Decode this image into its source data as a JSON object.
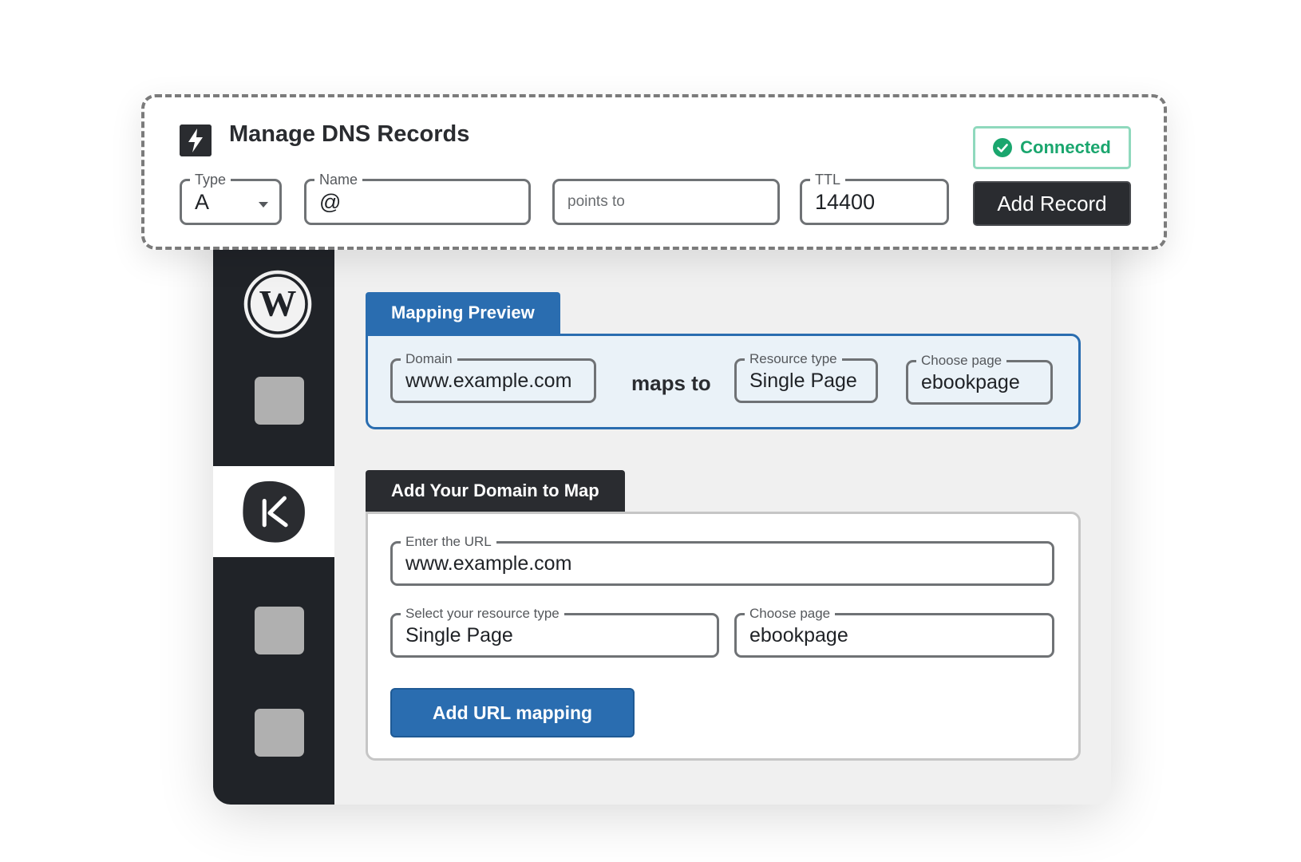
{
  "dns": {
    "title": "Manage DNS Records",
    "title_icon": "lightning-icon",
    "status": "Connected",
    "type": {
      "label": "Type",
      "value": "A"
    },
    "name": {
      "label": "Name",
      "value": "@"
    },
    "points_to": {
      "placeholder": "points to"
    },
    "ttl": {
      "label": "TTL",
      "value": "14400"
    },
    "add_button": "Add Record"
  },
  "sidebar": {
    "items": [
      "wordpress-logo",
      "placeholder",
      "k-logo",
      "placeholder",
      "placeholder"
    ],
    "active": "k-logo"
  },
  "preview": {
    "tab_label": "Mapping Preview",
    "domain": {
      "label": "Domain",
      "value": "www.example.com"
    },
    "maps_to": "maps to",
    "resource_type": {
      "label": "Resource type",
      "value": "Single Page"
    },
    "page": {
      "label": "Choose page",
      "value": "ebookpage"
    }
  },
  "add_domain": {
    "tab_label": "Add Your Domain to Map",
    "url": {
      "label": "Enter the URL",
      "value": "www.example.com"
    },
    "resource_type": {
      "label": "Select your resource type",
      "value": "Single Page"
    },
    "page": {
      "label": "Choose page",
      "value": "ebookpage"
    },
    "button": "Add URL mapping"
  },
  "colors": {
    "accent": "#2a6db0",
    "sidebar": "#202328",
    "success": "#1aa66e",
    "dark_button": "#2a2c30"
  }
}
